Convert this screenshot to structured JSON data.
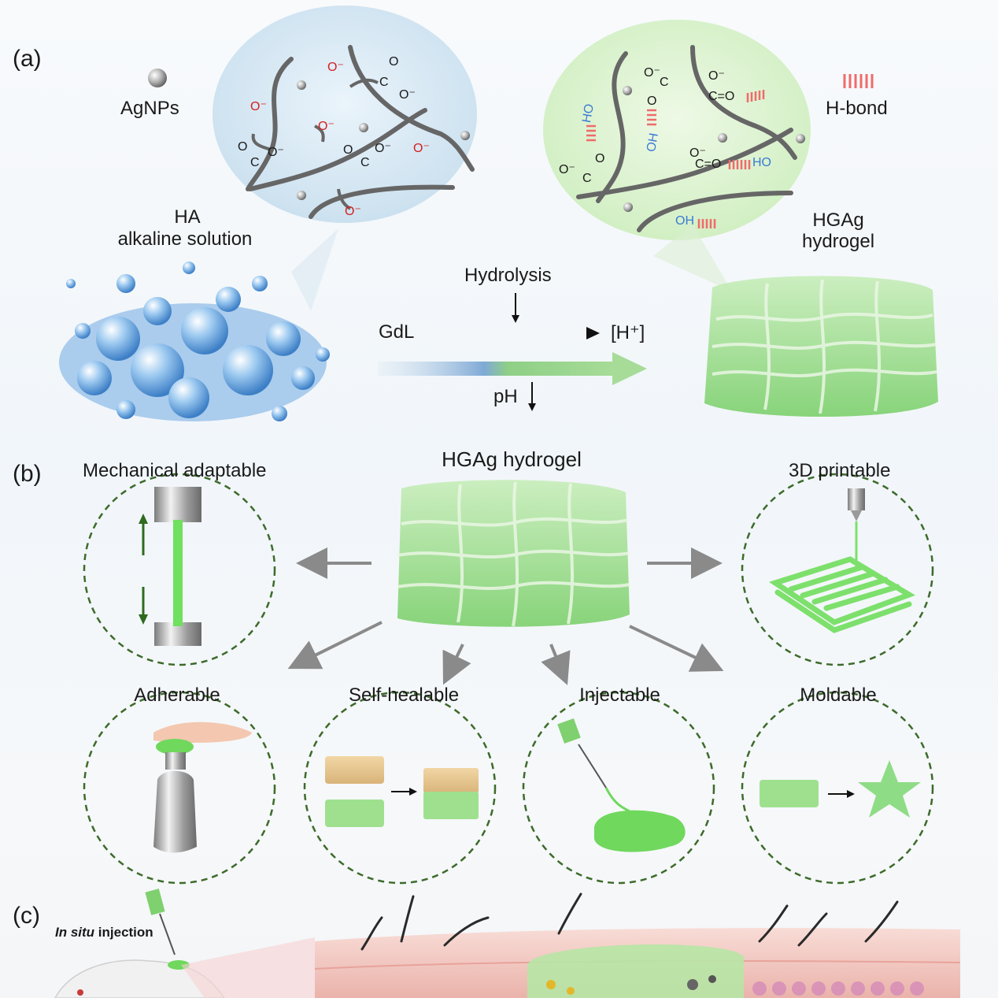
{
  "panels": {
    "a": "(a)",
    "b": "(b)",
    "c": "(c)"
  },
  "panel_a": {
    "agnps": "AgNPs",
    "ha_line1": "HA",
    "ha_line2": "alkaline solution",
    "hgag_line1": "HGAg",
    "hgag_line2": "hydrogel",
    "hbond": "H-bond",
    "hydrolysis": "Hydrolysis",
    "gdl": "GdL",
    "hplus": "[H⁺]",
    "ph": "pH",
    "chem_left": {
      "o_minus": "O⁻",
      "c": "C",
      "o": "O",
      "o_minus2": "O⁻"
    },
    "chem_right": {
      "ho": "HO",
      "oh": "OH",
      "c_eq_o": "C=O",
      "o": "O",
      "c": "C",
      "o_minus": "O⁻"
    }
  },
  "panel_b": {
    "center_title": "HGAg hydrogel",
    "mechanical": "Mechanical adaptable",
    "printable": "3D printable",
    "adherable": "Adherable",
    "selfhealable": "Self-healable",
    "injectable": "Injectable",
    "moldable": "Moldable"
  },
  "panel_c": {
    "insitu_italic": "In situ",
    "insitu_rest": " injection"
  },
  "colors": {
    "green": "#8fdc86",
    "green_dark": "#4f9a3f",
    "circle_dash": "#3d6b2a",
    "blue_bubble": "#4f93d8",
    "skin": "#f2c9c4",
    "hbond": "#ef6b6b"
  }
}
